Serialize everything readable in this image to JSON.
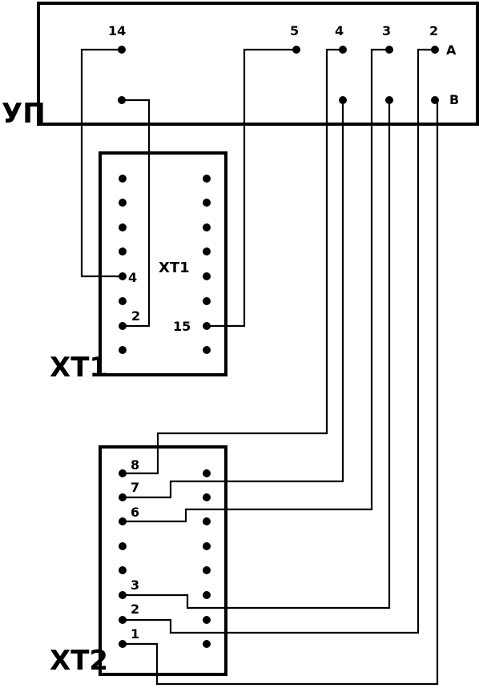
{
  "panel_label": "УП",
  "panel_pins": {
    "p14": "14",
    "p5": "5",
    "p4": "4",
    "p3": "3",
    "p2": "2",
    "rowA": "A",
    "rowB": "B"
  },
  "xt1": {
    "label": "XT1",
    "inner_label": "XT1",
    "pin4": "4",
    "pin2": "2",
    "pin15": "15"
  },
  "xt2": {
    "label": "XT2",
    "pin8": "8",
    "pin7": "7",
    "pin6": "6",
    "pin3": "3",
    "pin2": "2",
    "pin1": "1"
  }
}
